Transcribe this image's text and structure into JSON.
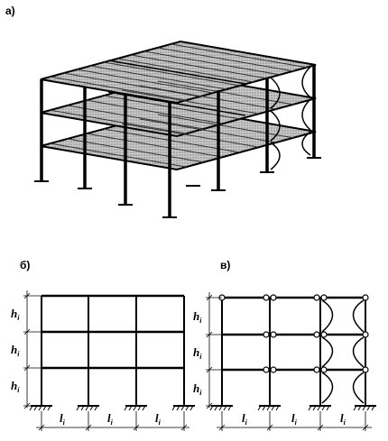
{
  "panels": {
    "a": {
      "label": "а)"
    },
    "b": {
      "label": "б)"
    },
    "c": {
      "label": "в)"
    }
  },
  "dimensions": {
    "height": {
      "symbol": "h",
      "index": "i"
    },
    "span": {
      "symbol": "l",
      "index": "i"
    }
  },
  "colors": {
    "line": "#000000",
    "slab_fill": "#b8b8b8",
    "background": "#ffffff"
  }
}
